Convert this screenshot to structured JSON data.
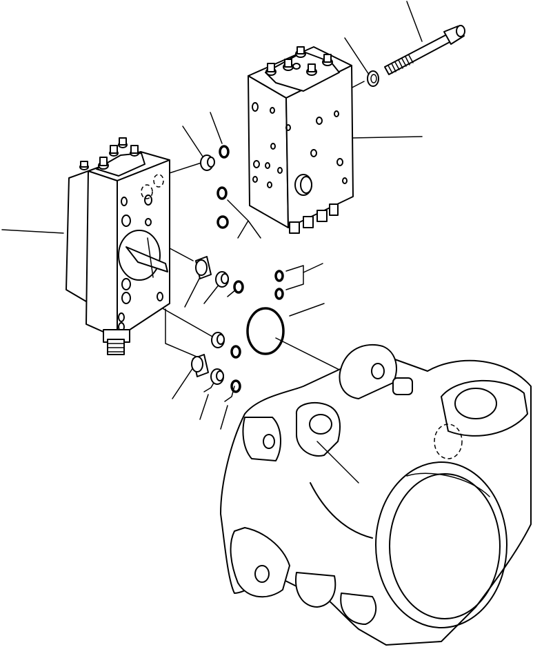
{
  "diagram": {
    "parts": [
      {
        "id": "bolt",
        "label": ""
      },
      {
        "id": "washer",
        "label": ""
      },
      {
        "id": "upper-valve-block",
        "label": ""
      },
      {
        "id": "left-valve-block",
        "label": ""
      },
      {
        "id": "pump-housing",
        "label": ""
      },
      {
        "id": "large-o-ring",
        "label": ""
      },
      {
        "id": "small-o-rings",
        "label": ""
      },
      {
        "id": "plugs",
        "label": ""
      }
    ]
  }
}
